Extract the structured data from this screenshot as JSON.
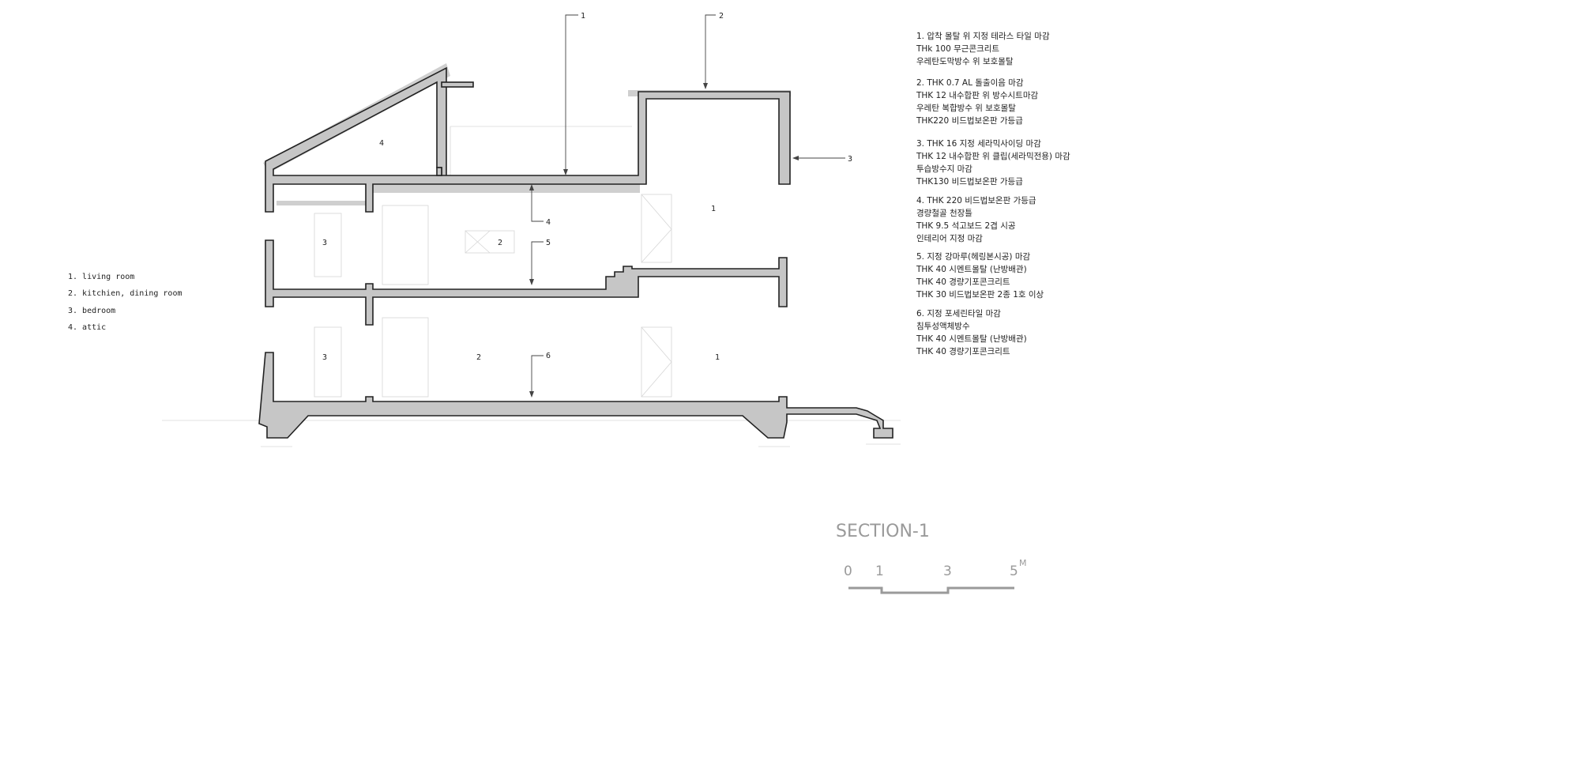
{
  "legend": [
    "1. living room",
    "2. kitchien, dining room",
    "3. bedroom",
    "4. attic"
  ],
  "callouts": {
    "c1": "1",
    "c2": "2",
    "c3": "3",
    "c4": "4",
    "c5": "5",
    "c6": "6"
  },
  "rooms": {
    "attic": "4",
    "upper_living": "1",
    "upper_bedroom": "3",
    "upper_kitchen": "2",
    "lower_bedroom": "3",
    "lower_kitchen": "2",
    "lower_living": "1"
  },
  "notes": [
    [
      "1. 압착 몰탈 위 지정 테라스 타일 마감",
      "THk 100 무근콘크리트",
      "우레탄도막방수 위 보호몰탈"
    ],
    [
      "2. THK 0.7 AL 돌출이음 마감",
      "THK 12 내수합판 위 방수시트마감",
      "우레탄 복합방수 위 보호몰탈",
      "THK220 비드법보온판 가등급"
    ],
    [
      "3. THK 16 지정 세라믹사이딩 마감",
      "THK 12 내수합판 위 클립(세라믹전용) 마감",
      "투습방수지 마감",
      "THK130 비드법보온판 가등급"
    ],
    [
      "4. THK 220 비드법보온판 가등급",
      "경량철골 천장틀",
      "THK 9.5 석고보드 2겹 시공",
      "인테리어 지정 마감"
    ],
    [
      "5. 지정 강마루(헤링본시공) 마감",
      "THK 40 시멘트몰탈 (난방배관)",
      "THK 40 경량기포콘크리트",
      "THK 30 비드법보온판 2종 1호 이상"
    ],
    [
      "6. 지정 포세린타일 마감",
      "침투성액체방수",
      "THK 40 시멘트몰탈 (난방배관)",
      "THK 40 경량기포콘크리트"
    ]
  ],
  "title": "SECTION-1",
  "scale": {
    "ticks": [
      "0",
      "1",
      "3",
      "5"
    ],
    "unit": "M"
  },
  "colors": {
    "wall_fill": "#c6c6c6",
    "outline": "#222222",
    "title_gray": "#9a9a9a"
  }
}
